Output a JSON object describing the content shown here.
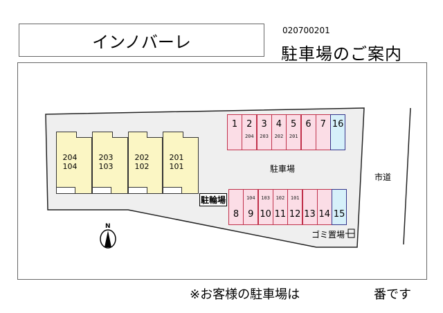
{
  "header": {
    "property_name": "インノバーレ",
    "property_code": "020700201",
    "title": "駐車場のご案内"
  },
  "map": {
    "units": [
      {
        "upper": "204",
        "lower": "104"
      },
      {
        "upper": "203",
        "lower": "103"
      },
      {
        "upper": "202",
        "lower": "102"
      },
      {
        "upper": "201",
        "lower": "101"
      }
    ],
    "parking_top": [
      {
        "number": "1",
        "assigned": ""
      },
      {
        "number": "2",
        "assigned": "204"
      },
      {
        "number": "3",
        "assigned": "203"
      },
      {
        "number": "4",
        "assigned": "202"
      },
      {
        "number": "5",
        "assigned": "201"
      },
      {
        "number": "6",
        "assigned": ""
      },
      {
        "number": "7",
        "assigned": ""
      },
      {
        "number": "16",
        "assigned": ""
      }
    ],
    "parking_bottom": [
      {
        "number": "8",
        "assigned": ""
      },
      {
        "number": "9",
        "assigned": "104"
      },
      {
        "number": "10",
        "assigned": "103"
      },
      {
        "number": "11",
        "assigned": "102"
      },
      {
        "number": "12",
        "assigned": "101"
      },
      {
        "number": "13",
        "assigned": ""
      },
      {
        "number": "14",
        "assigned": ""
      },
      {
        "number": "15",
        "assigned": ""
      }
    ],
    "parking_label": "駐車場",
    "bicycle_parking_label": "駐輪場",
    "road_label": "市道",
    "garbage_label": "ゴミ置場",
    "compass_label": "N",
    "colors": {
      "space_fill": "#fbdde6",
      "space_border": "#c0304a",
      "guest_fill": "#d6f0fa",
      "guest_border": "#33338a",
      "building_fill": "#fbf6c4",
      "lot_fill": "#efefef"
    }
  },
  "footer": {
    "note": "※お客様の駐車場は",
    "suffix": "番です"
  }
}
